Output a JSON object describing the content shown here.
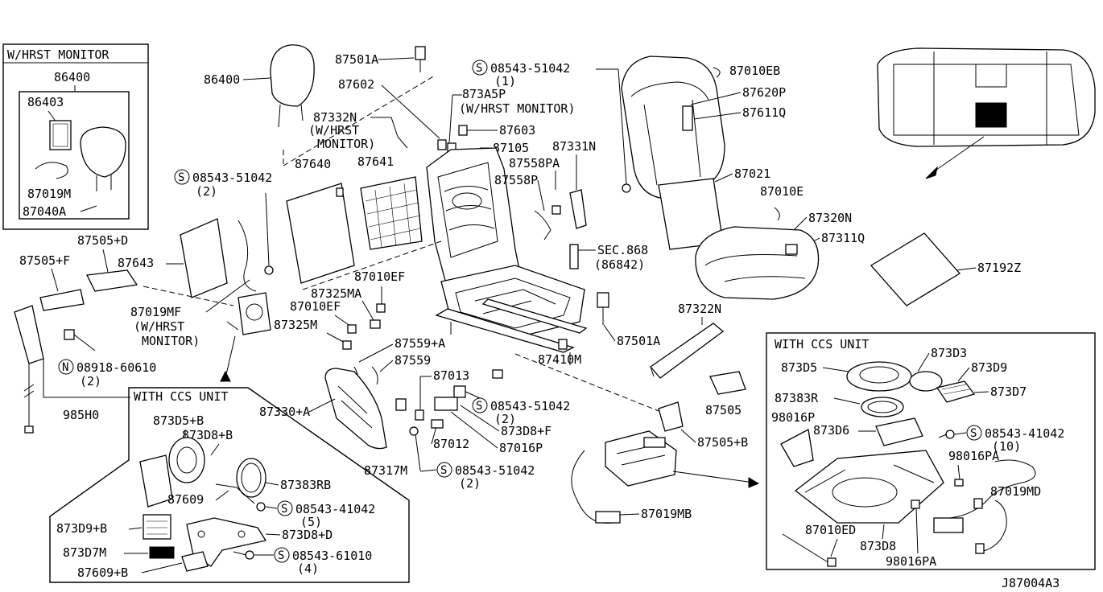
{
  "diagram_id": "J87004A3",
  "box_titles": {
    "hrst_monitor": "W/HRST MONITOR",
    "ccs_unit_left": "WITH CCS UNIT",
    "ccs_unit_right": "WITH CCS UNIT"
  },
  "labels": {
    "p86400_box": "86400",
    "p86403": "86403",
    "p87019M": "87019M",
    "p87040A": "87040A",
    "p86400": "86400",
    "p87501A_top": "87501A",
    "p87602": "87602",
    "p87332N": "87332N",
    "p87332N_note": "(W/HRST",
    "p87332N_note2": "MONITOR)",
    "p873A5P": "873A5P",
    "p873A5P_note": "(W/HRST MONITOR)",
    "p87603": "87603",
    "p87105": "87105",
    "p87331N": "87331N",
    "p87558PA": "87558PA",
    "p87558P": "87558P",
    "s08543_51042_top": "08543-51042",
    "s08543_51042_top_qty": "(1)",
    "p87010EB": "87010EB",
    "p87620P": "87620P",
    "p87611Q": "87611Q",
    "p87021": "87021",
    "p87010E": "87010E",
    "p87320N": "87320N",
    "p87311Q": "87311Q",
    "p87192Z": "87192Z",
    "s08543_51042_left": "08543-51042",
    "s08543_51042_left_qty": "(2)",
    "p87640": "87640",
    "p87641": "87641",
    "p87505D": "87505+D",
    "p87505F": "87505+F",
    "p87643": "87643",
    "p87019MF": "87019MF",
    "p87019MF_note": "(W/HRST",
    "p87019MF_note2": "MONITOR)",
    "p87010EF_a": "87010EF",
    "p87325MA": "87325MA",
    "p87010EF_b": "87010EF",
    "p87325M": "87325M",
    "sec868": "SEC.868",
    "sec868_note": "(86842)",
    "p87501A_mid": "87501A",
    "p87322N": "87322N",
    "p87410M": "87410M",
    "p87559A": "87559+A",
    "p87559": "87559",
    "p87013": "87013",
    "n08918_60610": "08918-60610",
    "n08918_60610_qty": "(2)",
    "p985H0": "985H0",
    "p87330A": "87330+A",
    "s08543_51042_center": "08543-51042",
    "s08543_51042_center_qty": "(2)",
    "p873D8F": "873D8+F",
    "p87016P": "87016P",
    "p87012": "87012",
    "p87317M": "87317M",
    "s08543_51042_bottom": "08543-51042",
    "s08543_51042_bottom_qty": "(2)",
    "p87505": "87505",
    "p87505B": "87505+B",
    "p87019MB": "87019MB",
    "l873D5B": "873D5+B",
    "l873D8B": "873D8+B",
    "l87383RB": "87383RB",
    "l87609": "87609",
    "l08543_41042": "08543-41042",
    "l08543_41042_qty": "(5)",
    "l873D9B": "873D9+B",
    "l873D8D": "873D8+D",
    "l873D7M": "873D7M",
    "l08543_61010": "08543-61010",
    "l08543_61010_qty": "(4)",
    "l87609B": "87609+B",
    "r873D5": "873D5",
    "r873D3": "873D3",
    "r873D9": "873D9",
    "r873D7": "873D7",
    "r87383R": "87383R",
    "r98016P": "98016P",
    "r873D6": "873D6",
    "r08543_41042": "08543-41042",
    "r08543_41042_qty": "(10)",
    "r98016PA_a": "98016PA",
    "r87019MD": "87019MD",
    "r87010ED": "87010ED",
    "r873D8": "873D8",
    "r98016PA_b": "98016PA"
  },
  "markers": {
    "s": "S",
    "n": "N"
  }
}
